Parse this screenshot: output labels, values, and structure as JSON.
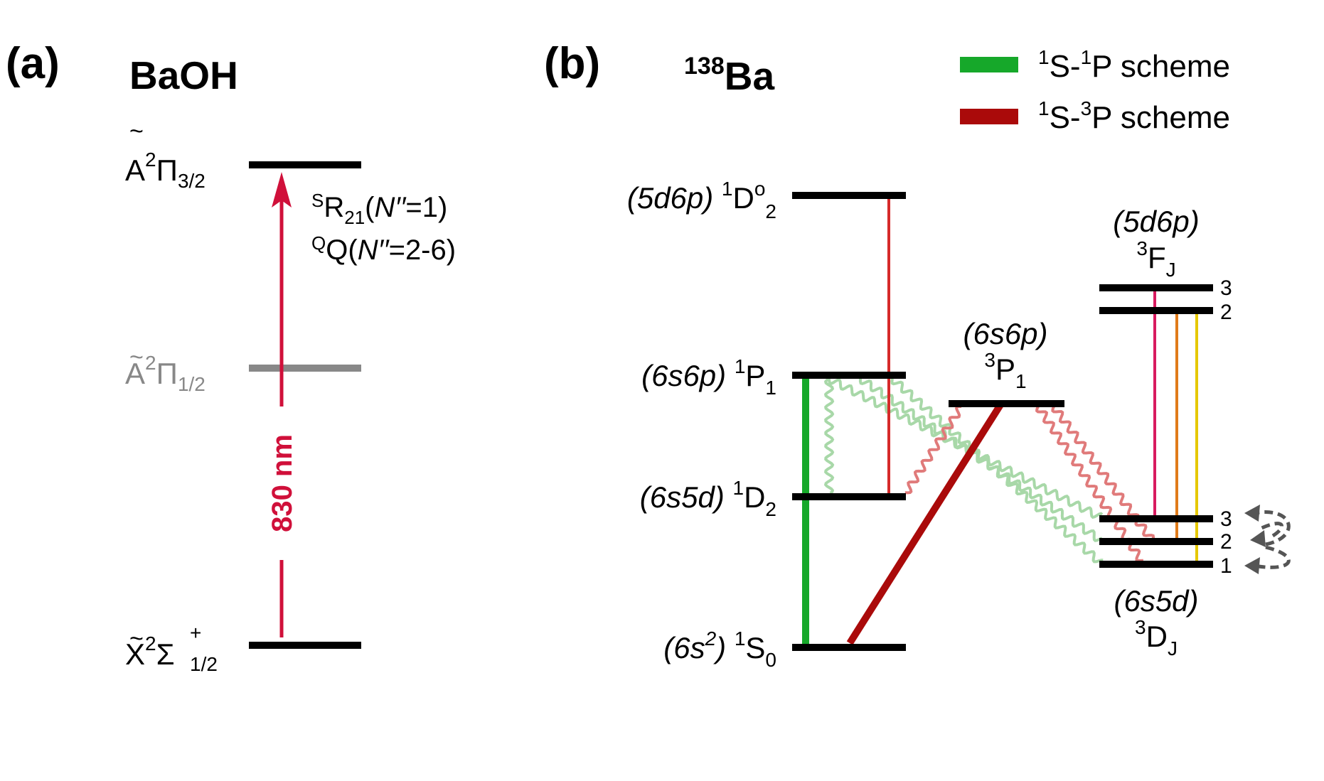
{
  "panel_a": {
    "label": "(a)",
    "title": "BaOH",
    "arrow_label": "830 nm",
    "transition_1": {
      "sup": "S",
      "main": "R",
      "sub": "21",
      "open": "(",
      "var": "N′′",
      "rest": "=1)"
    },
    "transition_2": {
      "sup": "Q",
      "main": "Q",
      "open": "(",
      "var": "N′′",
      "rest": "=2-6)"
    },
    "levels": [
      {
        "id": "A2Pi32",
        "tilde": "~",
        "letter": "A",
        "mult": "2",
        "sym": "Π",
        "sub": "3/2",
        "color": "#000000"
      },
      {
        "id": "A2Pi12",
        "tilde": "~",
        "letter": "A",
        "mult": "2",
        "sym": "Π",
        "sub": "1/2",
        "color": "#888888"
      },
      {
        "id": "X2Sigma",
        "tilde": "~",
        "letter": "X",
        "mult": "2",
        "sym": "Σ",
        "sup2": "+",
        "sub": "1/2",
        "color": "#000000"
      }
    ]
  },
  "panel_b": {
    "label": "(b)",
    "title_mass": "138",
    "title_elem": "Ba",
    "legend": [
      {
        "sup1": "1",
        "a": "S-",
        "sup2": "1",
        "b": "P scheme",
        "color": "#16a82a"
      },
      {
        "sup1": "1",
        "a": "S-",
        "sup2": "3",
        "b": "P scheme",
        "color": "#aa0a0a"
      }
    ],
    "levels": {
      "D1o2": {
        "config": "(5d6p)",
        "mult": "1",
        "letter": "D",
        "supx": "o",
        "sub": "2"
      },
      "P1": {
        "config": "(6s6p)",
        "mult": "1",
        "letter": "P",
        "sub": "1"
      },
      "D12": {
        "config": "(6s5d)",
        "mult": "1",
        "letter": "D",
        "sub": "2"
      },
      "S10": {
        "config_open": "(6s",
        "config_sup": "2",
        "config_close": ")",
        "mult": "1",
        "letter": "S",
        "sub": "0"
      },
      "P31": {
        "config": "(6s6p)",
        "mult": "3",
        "letter": "P",
        "sub": "1"
      },
      "F3J": {
        "config": "(5d6p)",
        "mult": "3",
        "letter": "F",
        "sub": "J",
        "j_values": [
          "3",
          "2"
        ]
      },
      "D3J": {
        "config": "(6s5d)",
        "mult": "3",
        "letter": "D",
        "sub": "J",
        "j_values": [
          "3",
          "2",
          "1"
        ]
      }
    },
    "colors": {
      "pink": "#d81b60",
      "orange": "#e07b1a",
      "yellow": "#e6c800",
      "red_line": "#d62a2a",
      "decay_green": "#a8d8a8",
      "decay_red": "#e07a7a",
      "repump": "#555555"
    }
  }
}
